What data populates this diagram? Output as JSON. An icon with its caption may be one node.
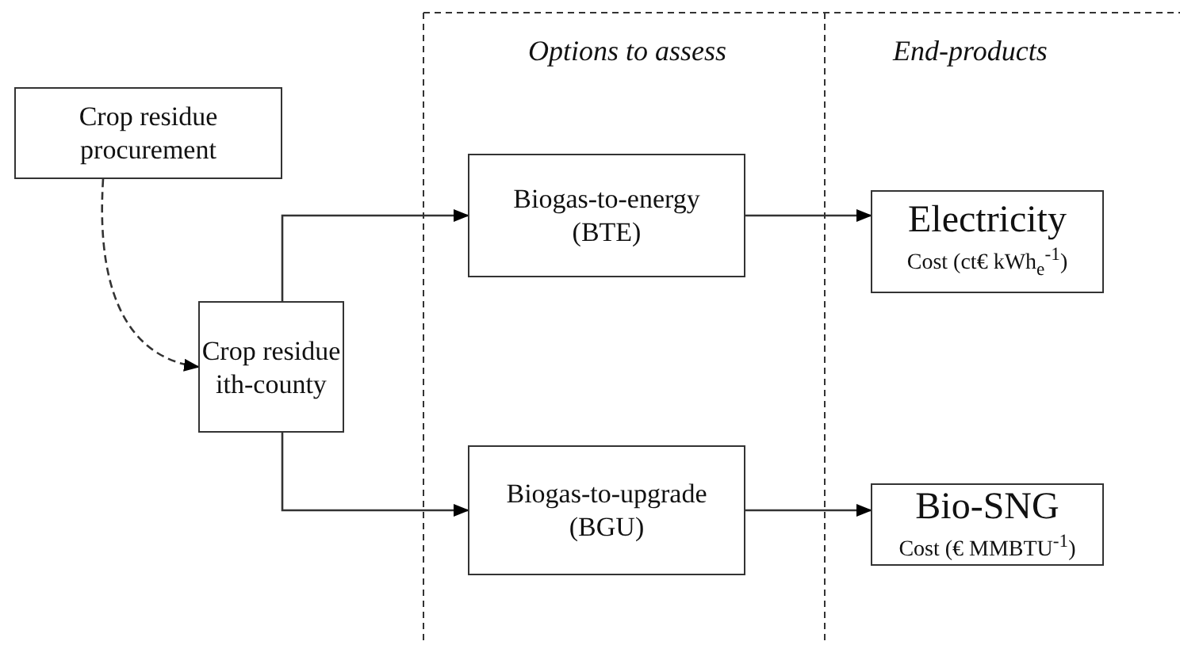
{
  "diagram": {
    "nodes": [
      {
        "text": [
          "Crop residue procurement"
        ]
      },
      {
        "text": [
          "Crop residue ith-county"
        ]
      },
      {
        "text": [
          "Biogas-to-energy (BTE)"
        ]
      },
      {
        "text": [
          "Biogas-to-upgrade (BGU)"
        ]
      },
      {
        "text": [
          "Electricity",
          "Cost (ct€ kWh$_{e}$$^{-1}$)"
        ]
      },
      {
        "text": [
          "Bio-SNG",
          "Cost (€ MMBTU$^{-1}$)"
        ]
      }
    ],
    "edges": [
      {
        "from": 0,
        "to": 1,
        "arrow": "to",
        "style": "dashed"
      },
      {
        "from": 1,
        "to": 2,
        "arrow": "to"
      },
      {
        "from": 1,
        "to": 3,
        "arrow": "to"
      },
      {
        "from": 2,
        "to": 4,
        "arrow": "to"
      },
      {
        "from": 3,
        "to": 5,
        "arrow": "to"
      }
    ],
    "labels": [
      "Options to assess",
      "End-products"
    ]
  }
}
